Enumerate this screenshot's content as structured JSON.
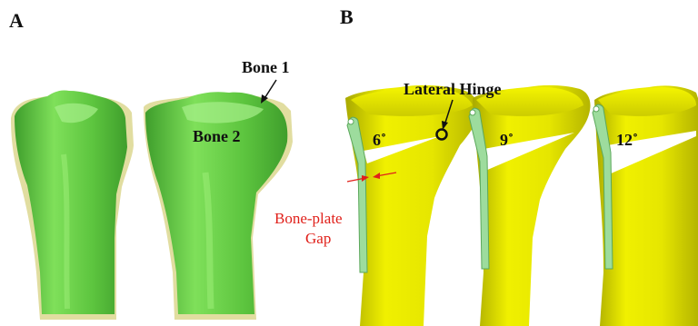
{
  "panels": {
    "a": {
      "label": "A",
      "bone1_label": "Bone 1",
      "bone2_label": "Bone 2"
    },
    "b": {
      "label": "B",
      "hinge_label": "Lateral Hinge",
      "gap_label_line1": "Bone-plate",
      "gap_label_line2": "Gap",
      "angles": [
        "6˚",
        "9˚",
        "12˚"
      ]
    }
  },
  "colors": {
    "bone_yellow": "#e4e400",
    "bone_yellow_dark": "#b8b800",
    "bone_green": "#6cd44a",
    "bone_green_dark": "#3f9e2c",
    "bone_outline_tan": "#d9d58e",
    "plate_green": "#8fd48f",
    "gap_red": "#e0201a"
  }
}
